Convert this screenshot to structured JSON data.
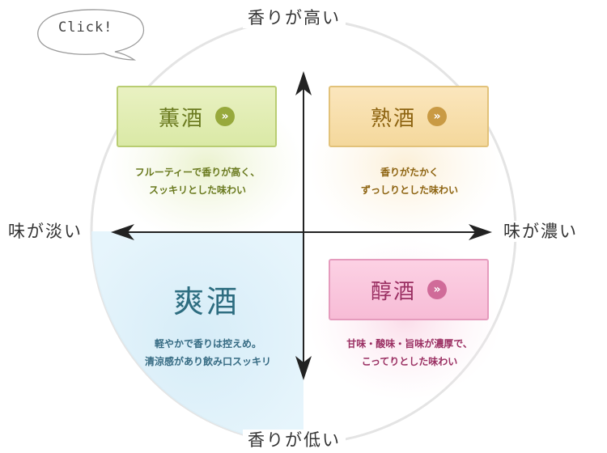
{
  "axis": {
    "top": "香りが高い",
    "bottom": "香りが低い",
    "left": "味が淡い",
    "right": "味が濃い"
  },
  "click_bubble": {
    "label": "Click!"
  },
  "quadrants": {
    "kunshu": {
      "name": "薫酒",
      "desc_line1": "フルーティーで香りが高く、",
      "desc_line2": "スッキリとした味わい",
      "color": "#dae9a6"
    },
    "jukushu": {
      "name": "熟酒",
      "desc_line1": "香りがたかく",
      "desc_line2": "ずっしりとした味わい",
      "color": "#f4d89c"
    },
    "soushu": {
      "name": "爽酒",
      "desc_line1": "軽やかで香りは控えめ。",
      "desc_line2": "清涼感があり飲み口スッキリ",
      "color": "#d6eef8"
    },
    "junshu": {
      "name": "醇酒",
      "desc_line1": "甘味・酸味・旨味が濃厚で、",
      "desc_line2": "こってりとした味わい",
      "color": "#f7bcd6"
    }
  },
  "icons": {
    "card_arrow": "double-chevron-right-icon"
  }
}
